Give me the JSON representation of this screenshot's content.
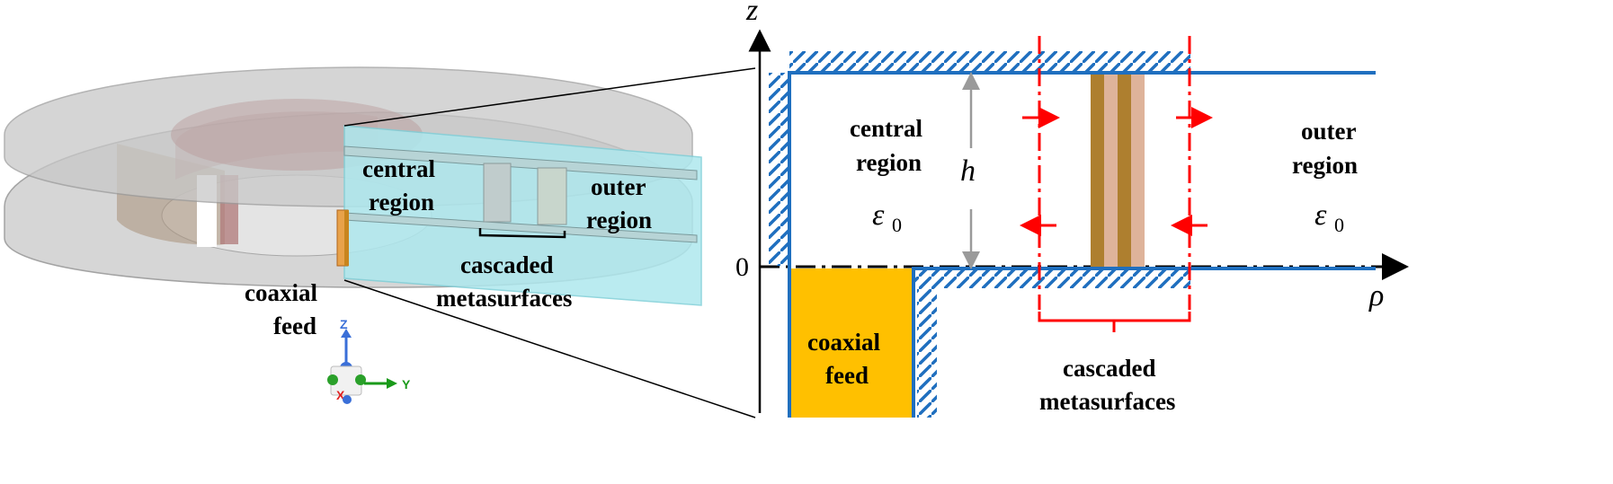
{
  "left_view": {
    "central_region": [
      "central",
      "region"
    ],
    "outer_region": [
      "outer",
      "region"
    ],
    "cascaded_metasurfaces": [
      "cascaded",
      "metasurfaces"
    ],
    "coaxial_feed": [
      "coaxial",
      "feed"
    ],
    "triad": {
      "z": "Z",
      "y": "Y",
      "x": "X"
    }
  },
  "right_view": {
    "z_axis": "z",
    "rho_axis": "ρ",
    "origin": "0",
    "height_symbol": "h",
    "central_region": [
      "central",
      "region"
    ],
    "outer_region": [
      "outer",
      "region"
    ],
    "permittivity_central": {
      "base": "ε",
      "sub": "0"
    },
    "permittivity_outer": {
      "base": "ε",
      "sub": "0"
    },
    "coaxial_feed": [
      "coaxial",
      "feed"
    ],
    "cascaded_metasurfaces": [
      "cascaded",
      "metasurfaces"
    ]
  },
  "colors": {
    "pec_blue": "#1f6fbf",
    "port_red": "#ff0000",
    "feed_orange": "#ffc000",
    "meta_dark": "#ae7f2f",
    "meta_light": "#deb39a",
    "cut_cyan": "#aee8ee",
    "disk_gray": "#c8c8c8"
  }
}
